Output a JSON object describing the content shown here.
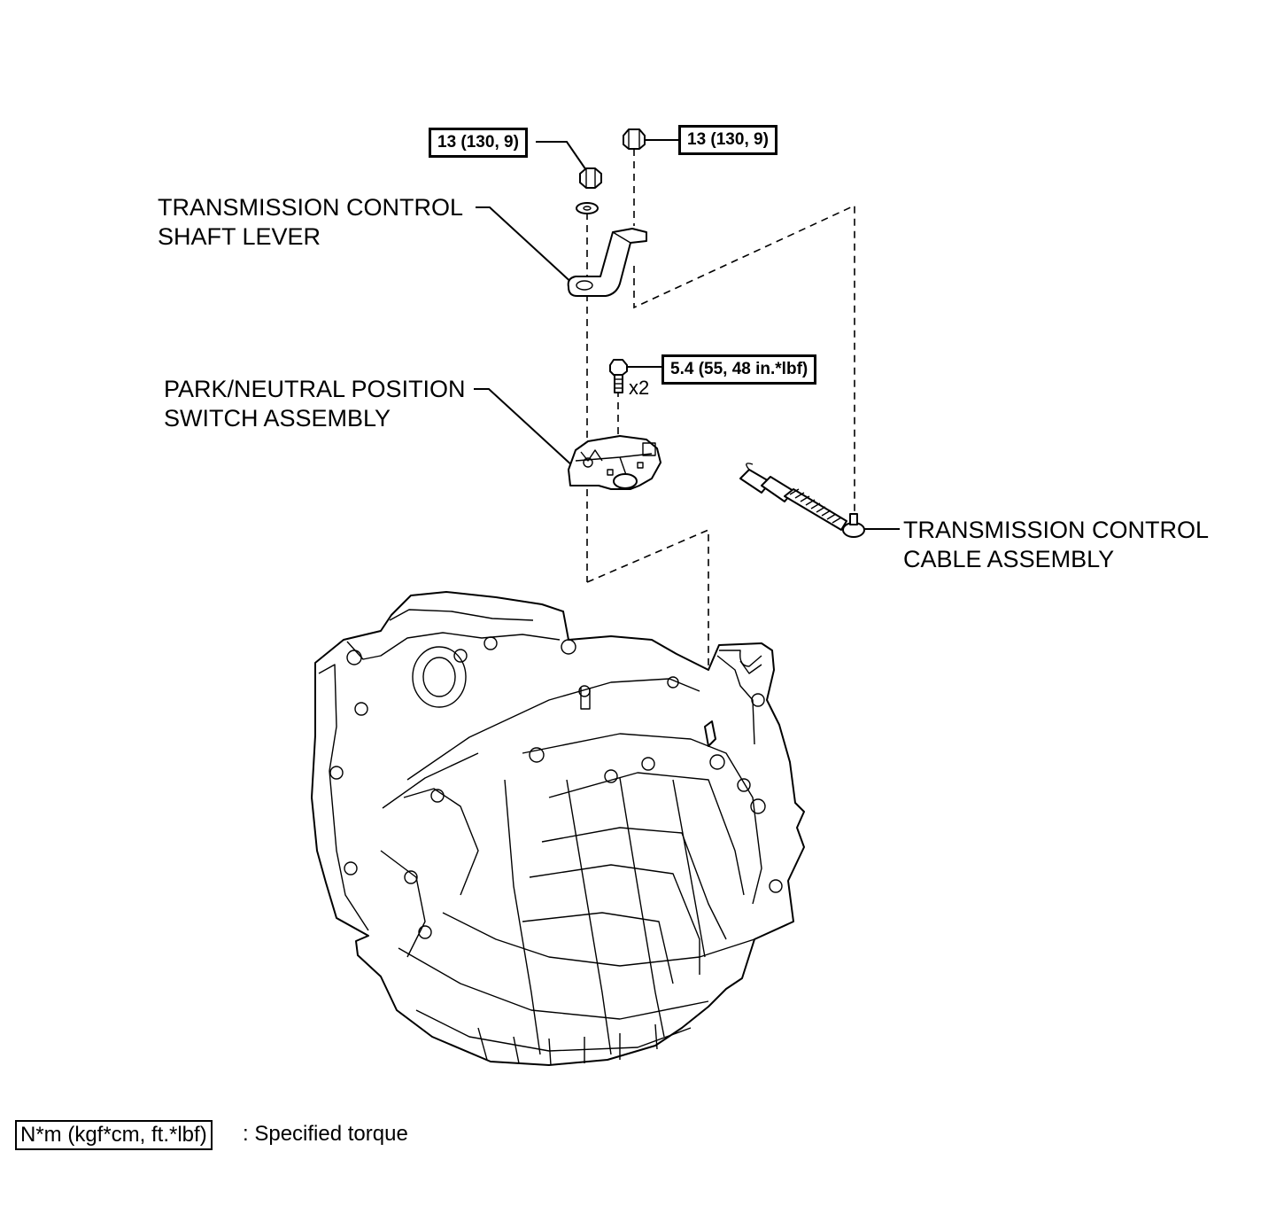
{
  "labels": {
    "shaft_lever_line1": "TRANSMISSION CONTROL",
    "shaft_lever_line2": "SHAFT LEVER",
    "pnp_switch_line1": "PARK/NEUTRAL POSITION",
    "pnp_switch_line2": "SWITCH ASSEMBLY",
    "cable_line1": "TRANSMISSION CONTROL",
    "cable_line2": "CABLE ASSEMBLY"
  },
  "torques": {
    "lever_nut": "13 (130, 9)",
    "cable_nut": "13 (130, 9)",
    "switch_bolt": "5.4 (55, 48 in.*lbf)"
  },
  "quantities": {
    "switch_bolt": "x2"
  },
  "legend": {
    "units": "N*m (kgf*cm, ft.*lbf)",
    "text": ": Specified torque"
  }
}
